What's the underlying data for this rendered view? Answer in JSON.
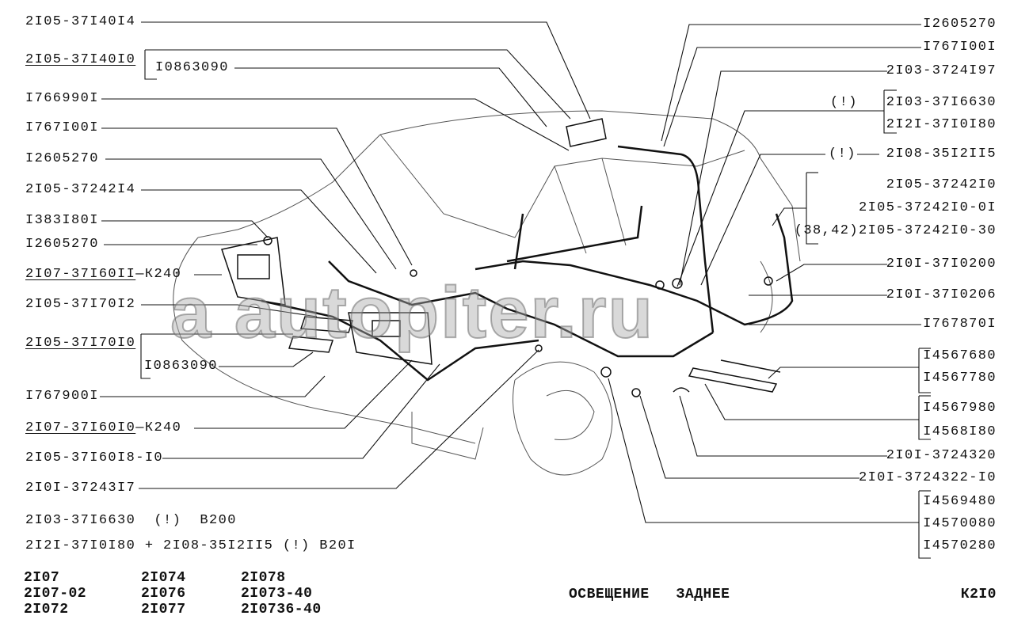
{
  "left_labels": [
    {
      "text": "2I05-37I40I4"
    },
    {
      "text": "2I05-37I40I0",
      "sub": "I0863090"
    },
    {
      "text": "I766990I"
    },
    {
      "text": "I767I00I"
    },
    {
      "text": "I2605270"
    },
    {
      "text": "2I05-37242I4"
    },
    {
      "text": "I383I80I"
    },
    {
      "text": "I2605270"
    },
    {
      "text": "2I07-37I60II",
      "suffix": "—К240"
    },
    {
      "text": "2I05-37I70I2"
    },
    {
      "text": "2I05-37I70I0",
      "sub": "I0863090"
    },
    {
      "text": "I767900I"
    },
    {
      "text": "2I07-37I60I0",
      "suffix": "—К240"
    },
    {
      "text": "2I05-37I60I8-I0"
    },
    {
      "text": "2I0I-37243I7"
    }
  ],
  "notes": [
    "2I03-37I6630  (!)  B200",
    "2I2I-37I0I80 + 2I08-35I2II5 (!) B20I"
  ],
  "models": [
    [
      "2I07",
      "2I07-02",
      "2I072"
    ],
    [
      "2I074",
      "2I076",
      "2I077"
    ],
    [
      "2I078",
      "2I073-40",
      "2I0736-40"
    ]
  ],
  "right_labels": {
    "r1": "I2605270",
    "r2": "I767I00I",
    "r3": "2I03-3724I97",
    "excl1": "(!)",
    "r4a": "2I03-37I6630",
    "r4b": "2I2I-37I0I80",
    "excl2": "(!)",
    "r5": "2I08-35I2II5",
    "r6a": "2I05-37242I0",
    "r6b": "2I05-37242I0-0I",
    "r6c": "(38,42)2I05-37242I0-30",
    "r7": "2I0I-37I0200",
    "r8": "2I0I-37I0206",
    "r9": "I767870I",
    "r10a": "I4567680",
    "r10b": "I4567780",
    "r11a": "I4567980",
    "r11b": "I4568I80",
    "r12": "2I0I-3724320",
    "r13": "2I0I-3724322-I0",
    "r14a": "I4569480",
    "r14b": "I4570080",
    "r14c": "I4570280"
  },
  "title": "ОСВЕЩЕНИЕ   ЗАДНЕЕ",
  "page_code": "К2I0",
  "watermark": "a autopiter.ru"
}
